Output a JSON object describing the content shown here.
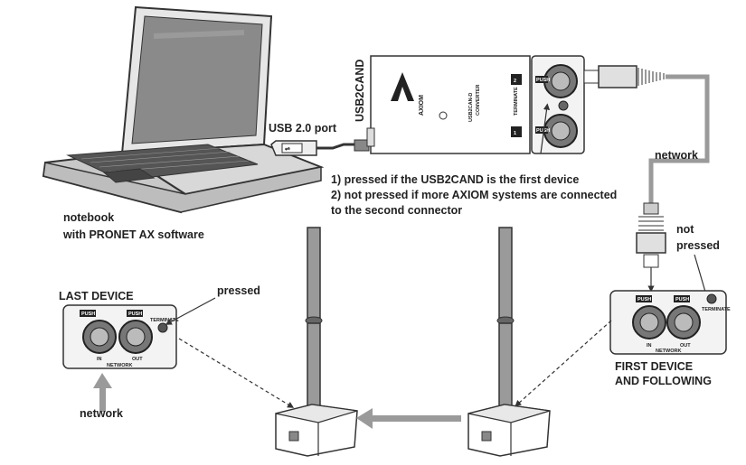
{
  "labels": {
    "usb_port": "USB 2.0 port",
    "usb2cand_side": "USB2CAND",
    "notebook_line1": "notebook",
    "notebook_line2": "with PRONET AX software",
    "note1": "1) pressed if the USB2CAND is the first device",
    "note2": "2) not pressed if more AXIOM systems are connected",
    "note3": "to the second connector",
    "network_right": "network",
    "not_pressed_1": "not",
    "not_pressed_2": "pressed",
    "last_device": "LAST DEVICE",
    "pressed": "pressed",
    "network_bottom": "network",
    "first_device_1": "FIRST DEVICE",
    "first_device_2": "AND FOLLOWING"
  },
  "usb2cand_box": {
    "brand": "AXIOM",
    "model": "USB2CAN-D",
    "model_sub": "CONVERTER",
    "terminate": "TERMINATE",
    "push": "PUSH",
    "port1": "1",
    "port2": "2"
  },
  "panel_last": {
    "push": "PUSH",
    "terminate": "TERMINATE",
    "in": "IN",
    "out": "OUT",
    "network": "NETWORK"
  },
  "panel_first": {
    "push": "PUSH",
    "terminate": "TERMINATE",
    "in": "IN",
    "out": "OUT",
    "network": "NETWORK"
  }
}
